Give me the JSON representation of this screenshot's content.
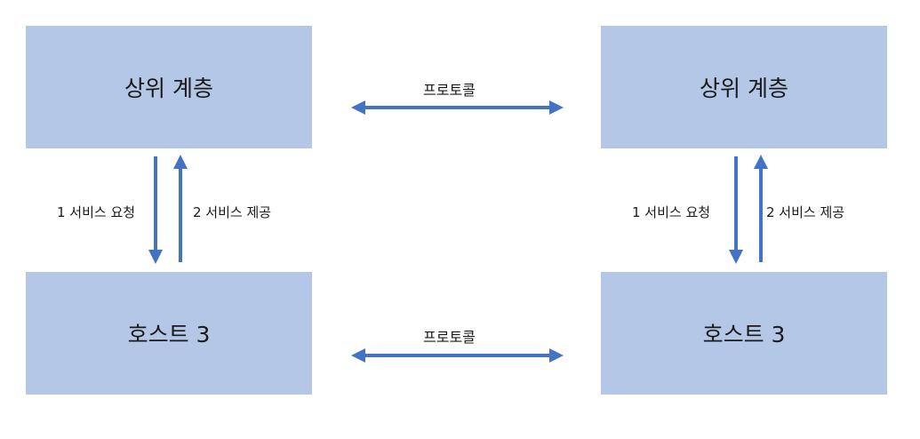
{
  "left": {
    "top_box": "상위 계층",
    "bottom_box": "호스트 3",
    "down_label": "1 서비스 요청",
    "up_label": "2 서비스 제공"
  },
  "right": {
    "top_box": "상위 계층",
    "bottom_box": "호스트 3",
    "down_label": "1 서비스 요청",
    "up_label": "2 서비스 제공"
  },
  "middle": {
    "top_protocol": "프로토콜",
    "bottom_protocol": "프로토콜"
  },
  "colors": {
    "box_fill": "#b4c7e7",
    "arrow": "#4472c4"
  }
}
